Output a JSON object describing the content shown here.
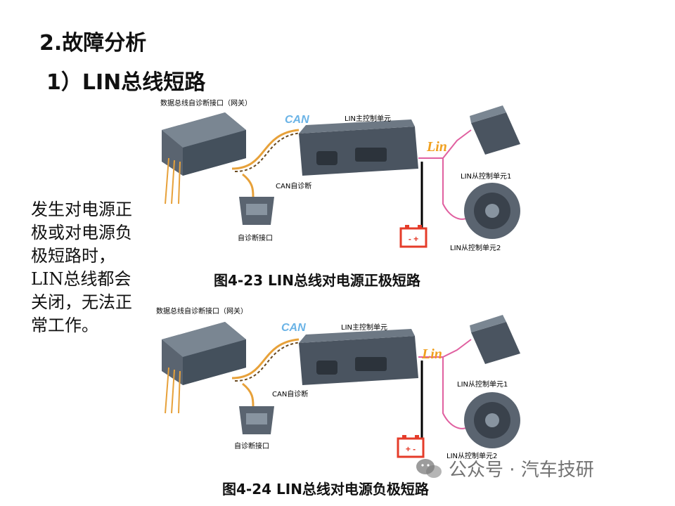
{
  "heading": {
    "section": "2.故障分析",
    "subsection": "1）LIN总线短路"
  },
  "description": "发生对电源正极或对电源负极短路时，LIN总线都会关闭，无法正常工作。",
  "figures": [
    {
      "caption": "图4-23  LIN总线对电源正极短路",
      "labels": {
        "gateway": "数据总线自诊断接口（网关）",
        "can_logo": "CAN",
        "master": "LIN主控制单元",
        "lin_logo": "Lin",
        "slave1": "LIN从控制单元1",
        "can_diag": "CAN自诊断",
        "diag_port": "自诊断接口",
        "slave2": "LIN从控制单元2",
        "battery": "- +"
      }
    },
    {
      "caption": "图4-24  LIN总线对电源负极短路",
      "labels": {
        "gateway": "数据总线自诊断接口（网关）",
        "can_logo": "CAN",
        "master": "LIN主控制单元",
        "lin_logo": "Lin",
        "slave1": "LIN从控制单元1",
        "can_diag": "CAN自诊断",
        "diag_port": "自诊断接口",
        "slave2": "LIN从控制单元2",
        "battery": "+ -"
      }
    }
  ],
  "watermark": "公众号 · 汽车技研",
  "colors": {
    "can_wire": "#e7a13a",
    "lin_wire": "#e060a0",
    "battery": "#e53c2a",
    "device": "#4a5460"
  }
}
